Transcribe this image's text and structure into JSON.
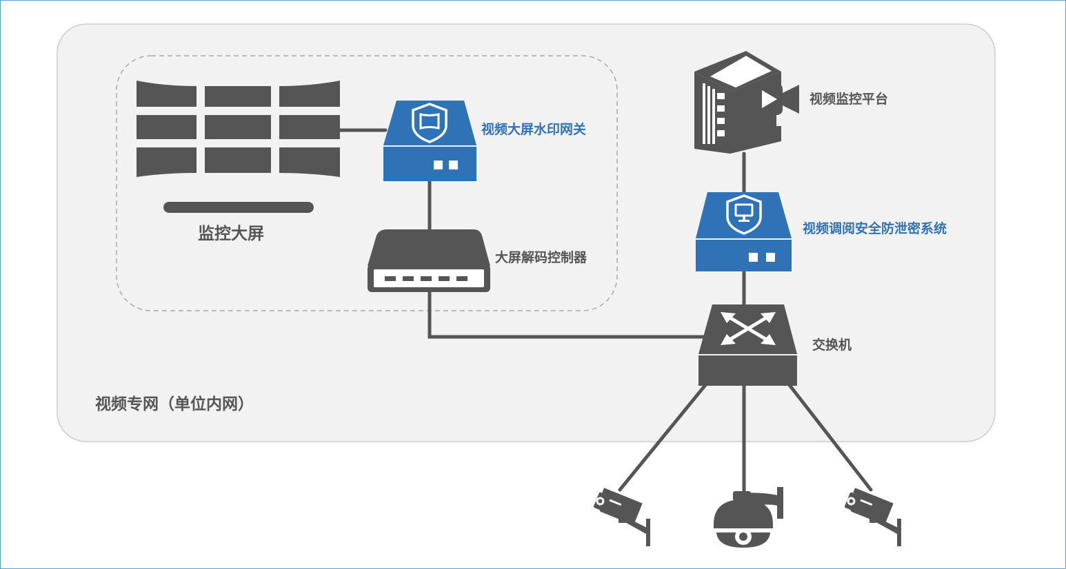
{
  "colors": {
    "device_gray": "#555555",
    "security_blue": "#2f72b6",
    "zone_fill": "#f2f2f2",
    "zone_border": "#cccccc",
    "frame_border": "#5a9fd4"
  },
  "zone": {
    "label": "视频专网（单位内网）"
  },
  "nodes": {
    "video_wall": {
      "label": "监控大屏",
      "icon": "video-wall-icon"
    },
    "watermark_gateway": {
      "label": "视频大屏水印网关",
      "icon": "shield-screen-icon"
    },
    "decoder": {
      "label": "大屏解码控制器",
      "icon": "decoder-box-icon"
    },
    "platform": {
      "label": "视频监控平台",
      "icon": "server-video-icon"
    },
    "leak_prevention": {
      "label": "视频调阅安全防泄密系统",
      "icon": "shield-monitor-icon"
    },
    "switch": {
      "label": "交换机",
      "icon": "switch-arrows-icon"
    },
    "cameras": [
      {
        "icon": "bullet-camera-icon"
      },
      {
        "icon": "dome-camera-icon"
      },
      {
        "icon": "bullet-camera-icon"
      }
    ]
  }
}
